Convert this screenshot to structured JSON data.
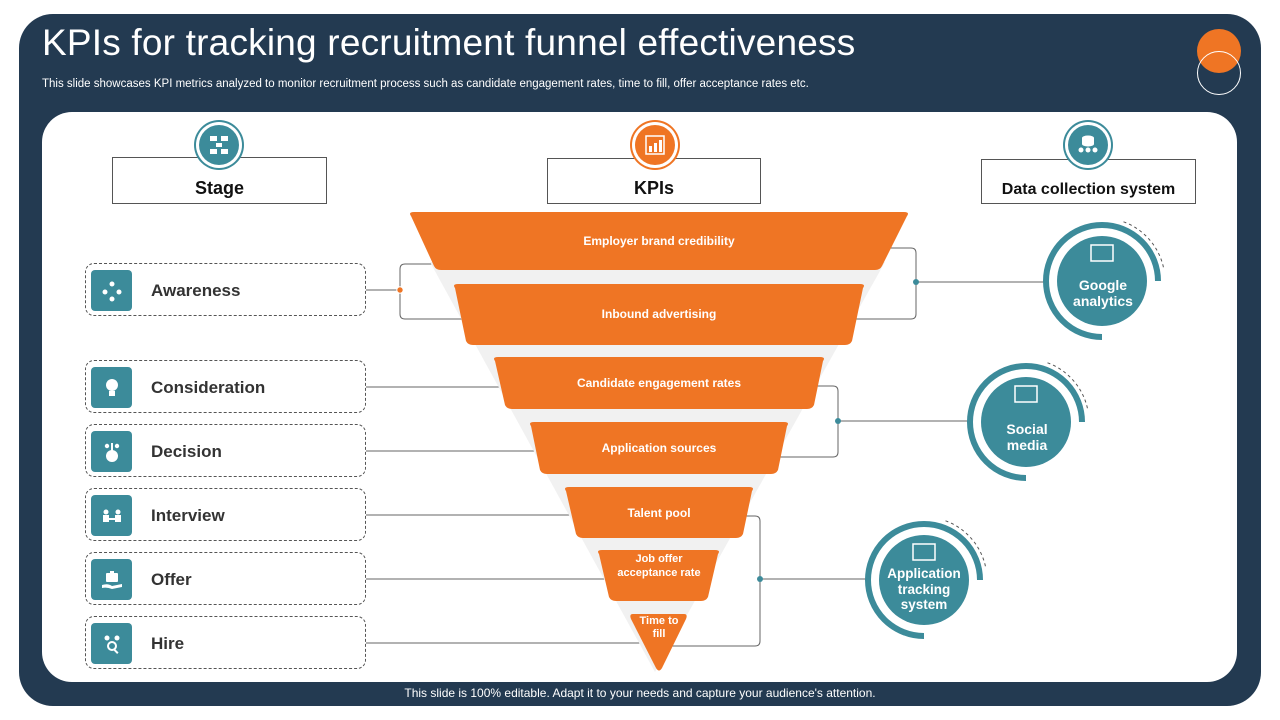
{
  "header": {
    "title": "KPIs for tracking recruitment funnel effectiveness",
    "subtitle": "This slide showcases KPI metrics analyzed to monitor recruitment process such as candidate engagement rates, time to fill, offer acceptance rates etc."
  },
  "columns": {
    "stage": "Stage",
    "kpis": "KPIs",
    "data_collection": "Data collection system"
  },
  "stages": [
    "Awareness",
    "Consideration",
    "Decision",
    "Interview",
    "Offer",
    "Hire"
  ],
  "kpis": [
    "Employer brand credibility",
    "Inbound advertising",
    "Candidate engagement rates",
    "Application sources",
    "Talent pool",
    "Job offer acceptance rate",
    "Time to fill"
  ],
  "systems": [
    {
      "lines": [
        "Google",
        "analytics"
      ]
    },
    {
      "lines": [
        "Social",
        "media"
      ]
    },
    {
      "lines": [
        "Application",
        "tracking",
        "system"
      ]
    }
  ],
  "footer": "This slide is 100% editable. Adapt it to your needs and capture your audience's attention.",
  "colors": {
    "frame": "#233a51",
    "accent_orange": "#ef7524",
    "teal": "#3c8b9a"
  },
  "icons": {
    "stage_header": "flowchart-icon",
    "kpi_header": "bar-chart-icon",
    "data_header": "database-network-icon"
  }
}
